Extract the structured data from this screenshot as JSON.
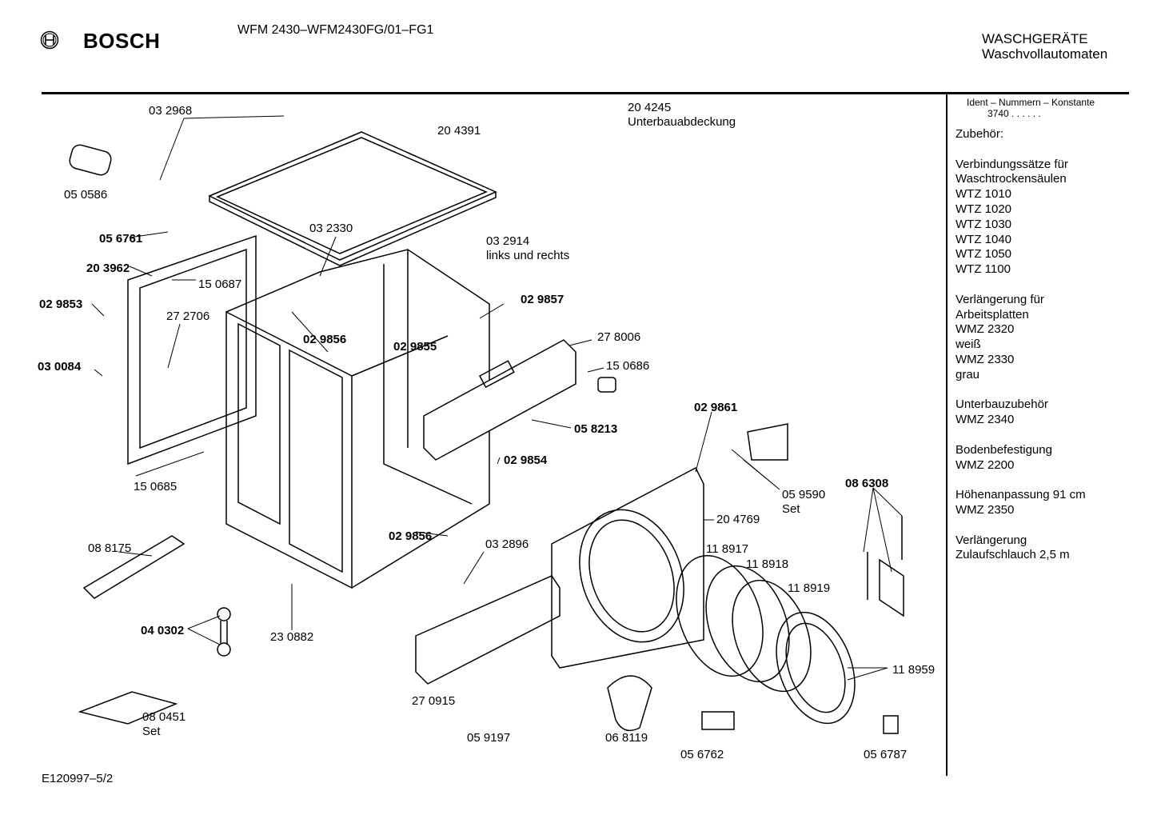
{
  "header": {
    "brand": "BOSCH",
    "model": "WFM 2430–WFM2430FG/01–FG1",
    "category": "WASCHGERÄTE",
    "subcategory": "Waschvollautomaten"
  },
  "sidebar": {
    "ident_title": "Ident – Nummern – Konstante",
    "ident_value": "3740  .  .   .  .  .  .",
    "lines": [
      "Zubehör:",
      "",
      "Verbindungssätze für",
      "Waschtrockensäulen",
      "WTZ 1010",
      "WTZ 1020",
      "WTZ 1030",
      "WTZ 1040",
      "WTZ 1050",
      "WTZ 1100",
      "",
      "Verlängerung für",
      "Arbeitsplatten",
      "WMZ 2320",
      "weiß",
      "WMZ 2330",
      "grau",
      "",
      "Unterbauzubehör",
      "WMZ 2340",
      "",
      "Bodenbefestigung",
      "WMZ 2200",
      "",
      "Höhenanpassung  91 cm",
      "WMZ 2350",
      "",
      "Verlängerung",
      "Zulaufschlauch 2,5 m"
    ]
  },
  "parts": [
    {
      "num": "03 2968"
    },
    {
      "num": "05 0586"
    },
    {
      "num": "20 4391"
    },
    {
      "num": "20 4245",
      "note": "Unterbauabdeckung"
    },
    {
      "num": "03 2330"
    },
    {
      "num": "03 2914",
      "note": "links und rechts"
    },
    {
      "num": "05 6761"
    },
    {
      "num": "20 3962"
    },
    {
      "num": "15 0687"
    },
    {
      "num": "02 9853"
    },
    {
      "num": "27 2706"
    },
    {
      "num": "02 9857"
    },
    {
      "num": "02 9856"
    },
    {
      "num": "02 9855"
    },
    {
      "num": "27 8006"
    },
    {
      "num": "03 0084"
    },
    {
      "num": "15 0686"
    },
    {
      "num": "02 9861"
    },
    {
      "num": "05 8213"
    },
    {
      "num": "02 9854"
    },
    {
      "num": "15 0685"
    },
    {
      "num": "05 9590",
      "note": "Set"
    },
    {
      "num": "08 6308"
    },
    {
      "num": "20 4769"
    },
    {
      "num": "02 9856"
    },
    {
      "num": "08 8175"
    },
    {
      "num": "03 2896"
    },
    {
      "num": "11 8917"
    },
    {
      "num": "11 8918"
    },
    {
      "num": "11 8919"
    },
    {
      "num": "04 0302"
    },
    {
      "num": "23 0882"
    },
    {
      "num": "11 8959"
    },
    {
      "num": "27 0915"
    },
    {
      "num": "08 0451",
      "note": "Set"
    },
    {
      "num": "05 9197"
    },
    {
      "num": "06 8119"
    },
    {
      "num": "05 6762"
    },
    {
      "num": "05 6787"
    }
  ],
  "footer": {
    "code": "E120997–5/2"
  }
}
